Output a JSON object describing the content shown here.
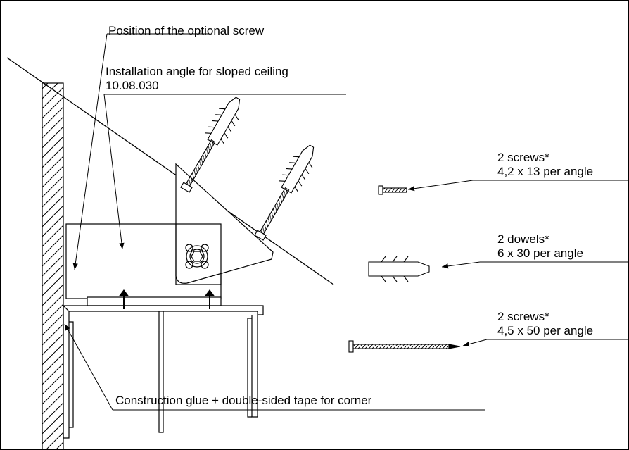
{
  "labels": {
    "optional_screw": "Position of the optional screw",
    "angle_title": "Installation angle for sloped ceiling",
    "angle_code": "10.08.030",
    "screws_small_qty": "2 screws*",
    "screws_small_size": "4,2 x 13 per angle",
    "dowels_qty": "2 dowels*",
    "dowels_size": "6 x 30 per angle",
    "screws_long_qty": "2 screws*",
    "screws_long_size": "4,5 x 50 per angle",
    "glue_tape": "Construction glue + double-sided tape for corner"
  },
  "colors": {
    "line": "#000000",
    "background": "#ffffff"
  },
  "icons": [
    "screw-icon",
    "dowel-icon",
    "long-screw-icon"
  ]
}
